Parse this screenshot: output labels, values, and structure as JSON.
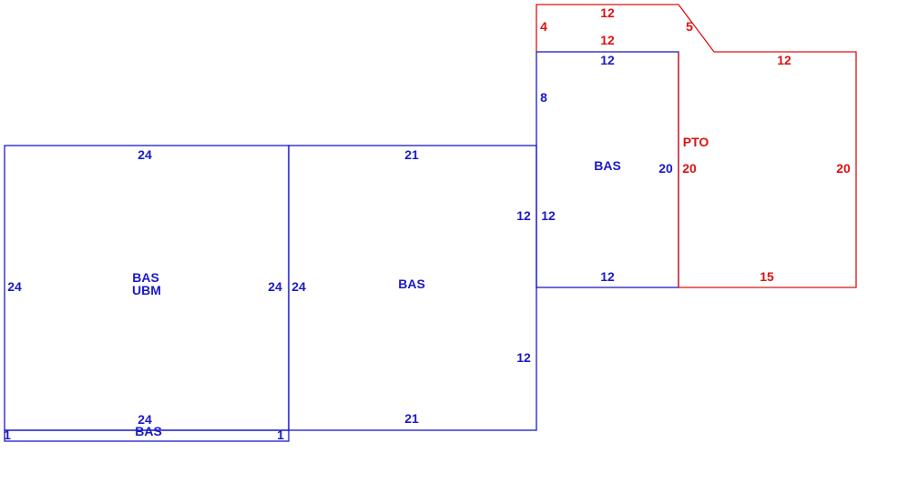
{
  "colors": {
    "main": "#1a1ac8",
    "porch": "#dd1111"
  },
  "areas": {
    "bas_left": "BAS",
    "ubm": "UBM",
    "bas_middle": "BAS",
    "bas_right": "BAS",
    "pto": "PTO",
    "bas_strip": "BAS"
  },
  "dims": {
    "left_top": "24",
    "left_left": "24",
    "left_right": "24",
    "left_bottom": "24",
    "mid_left": "24",
    "mid_top": "21",
    "mid_bottom": "21",
    "mid_right_a": "12",
    "mid_right_b": "12",
    "right_left_a": "8",
    "right_left_b": "12",
    "right_top": "12",
    "right_bottom": "12",
    "right_right": "20",
    "strip_left": "1",
    "strip_right": "1",
    "pto_top_outer": "12",
    "pto_top_inner": "12",
    "pto_left": "4",
    "pto_diag": "5",
    "pto_top_right": "12",
    "pto_left_side": "20",
    "pto_right_side": "20",
    "pto_bottom": "15"
  }
}
